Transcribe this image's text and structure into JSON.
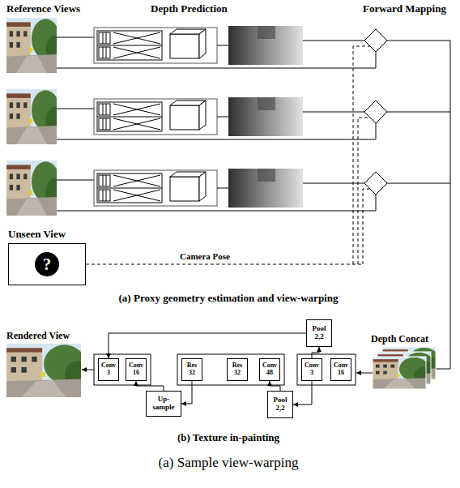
{
  "diagram": {
    "caption": "(a) Sample view-warping",
    "nodes": [
      {
        "text": [
          "Unseen View",
          "?"
        ]
      },
      {
        "text": [
          "Pool 2,2"
        ]
      },
      {
        "text": [
          "Conv 3"
        ]
      },
      {
        "text": [
          "Conv 16"
        ]
      },
      {
        "text": [
          "Res 32"
        ]
      },
      {
        "text": [
          "Res 32"
        ]
      },
      {
        "text": [
          "Conv 48"
        ]
      },
      {
        "text": [
          "Conv 3"
        ]
      },
      {
        "text": [
          "Conv 16"
        ]
      },
      {
        "text": [
          "Up-sample"
        ]
      },
      {
        "text": [
          "Pool 2,2"
        ]
      }
    ],
    "edges": [
      {
        "from": 7,
        "to": 1,
        "arrow": "to"
      },
      {
        "from": 1,
        "to": 2,
        "arrow": "to"
      },
      {
        "from": 7,
        "to": 10,
        "arrow": "to"
      },
      {
        "from": 10,
        "to": 6,
        "arrow": "to"
      },
      {
        "from": 4,
        "to": 9,
        "arrow": "to"
      },
      {
        "from": 9,
        "to": 3,
        "arrow": "to"
      }
    ],
    "labels": [
      "Reference Views",
      "Depth Prediction",
      "Forward Mapping",
      "Camera Pose",
      "(a) Proxy geometry estimation and view-warping",
      "Depth Concat",
      "Rendered View",
      "(b) Texture in-painting"
    ]
  }
}
